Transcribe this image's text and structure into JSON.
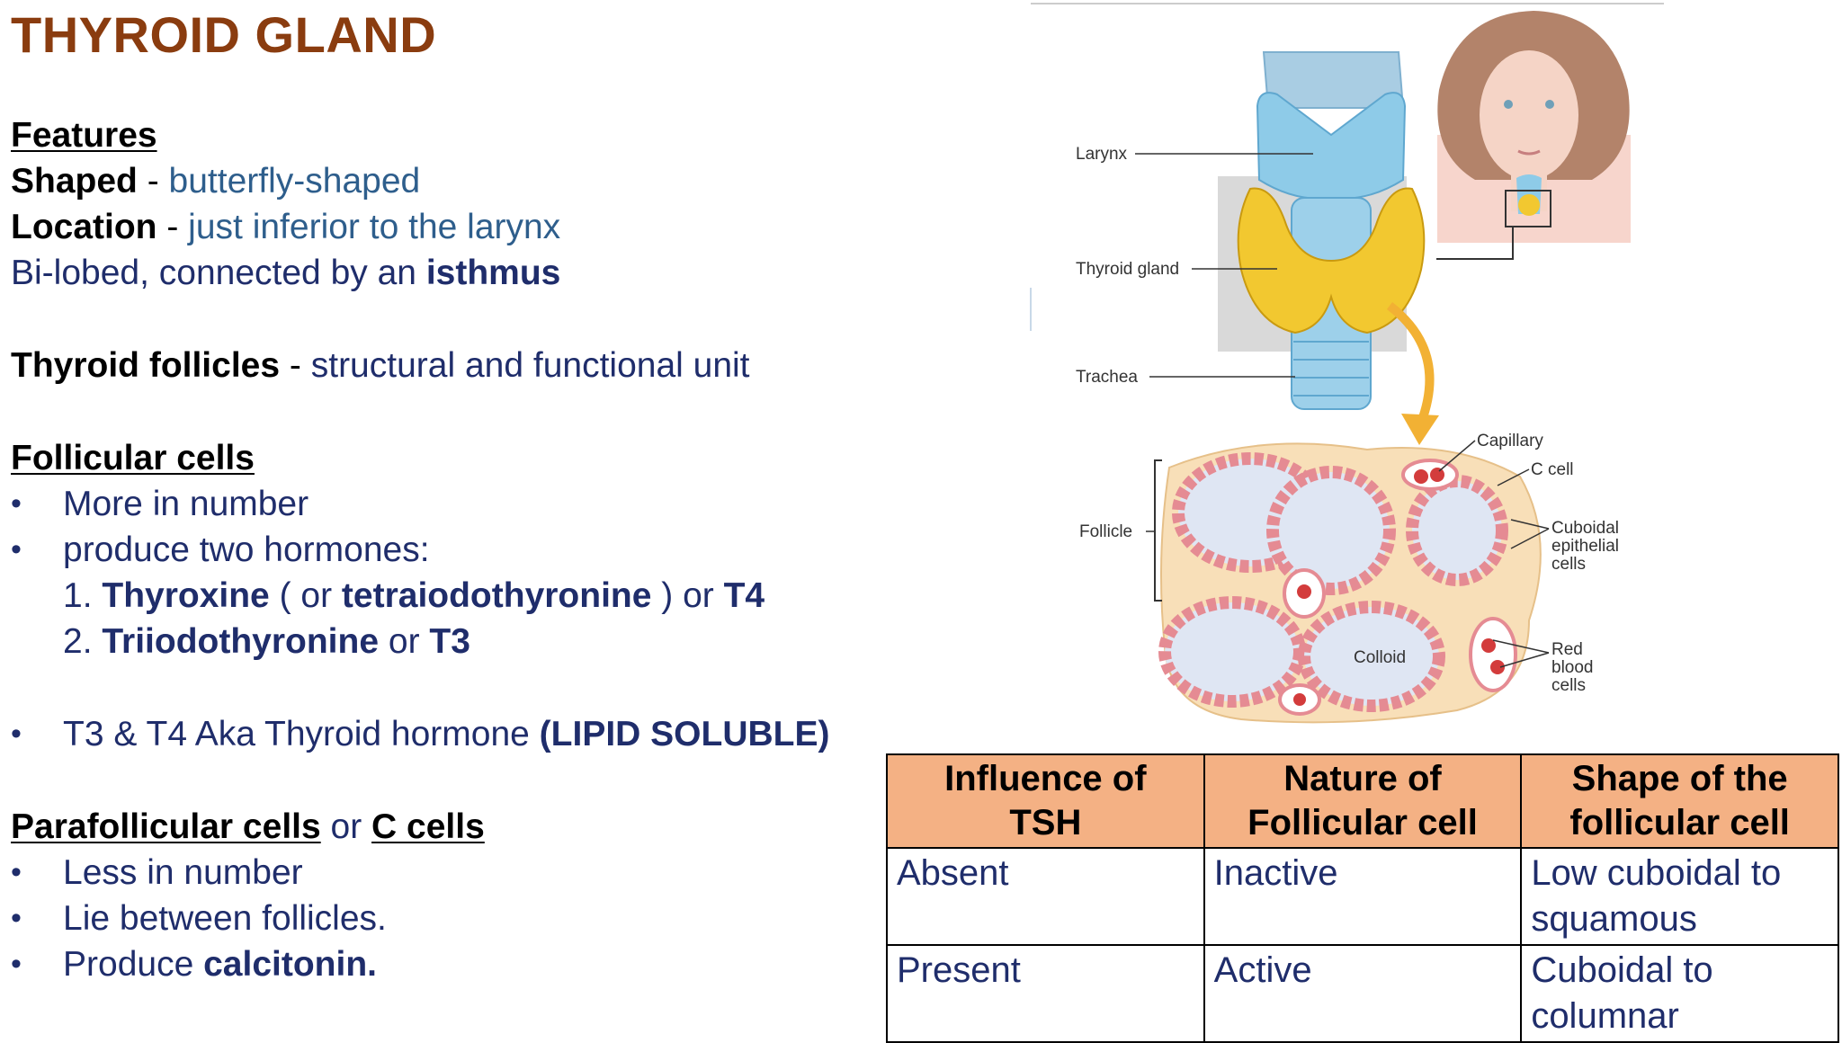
{
  "title": "THYROID GLAND",
  "features": {
    "heading": "Features",
    "shaped_label": "Shaped",
    "dash": " - ",
    "shaped_value": "butterfly-shaped",
    "location_label": "Location",
    "location_value": "just inferior to the larynx",
    "bilobed_text": "Bi-lobed, connected by an ",
    "isthmus": "isthmus"
  },
  "follicles": {
    "label": "Thyroid follicles",
    "value": "structural and functional unit"
  },
  "follicular_cells": {
    "heading": "Follicular cells",
    "bullet": "•",
    "item1": "More in number",
    "item2": " produce two hormones:",
    "h1_num": "1. ",
    "h1_name": "Thyroxine",
    "h1_mid": " ( or ",
    "h1_alt": "tetraiodothyronine",
    "h1_end": " ) or ",
    "h1_abbr": "T4",
    "h2_num": "2. ",
    "h2_name": "Triiodothyronine",
    "h2_or": " or ",
    "h2_abbr": "T3",
    "aka_text": "T3 & T4 Aka Thyroid hormone ",
    "aka_bold": "(LIPID SOLUBLE)"
  },
  "parafollicular": {
    "heading": "Parafollicular cells",
    "or": " or ",
    "c_cells": "C cells",
    "item1": "Less in number",
    "item2": "Lie between follicles.",
    "item3_text": "Produce ",
    "item3_bold": "calcitonin."
  },
  "figure_labels": {
    "larynx": "Larynx",
    "thyroid_gland": "Thyroid gland",
    "trachea": "Trachea",
    "follicle": "Follicle",
    "capillary": "Capillary",
    "c_cell": "C cell",
    "cuboidal": [
      "Cuboidal",
      "epithelial",
      "cells"
    ],
    "colloid": "Colloid",
    "rbc": [
      "Red",
      "blood",
      "cells"
    ]
  },
  "table": {
    "headers": [
      [
        "Influence of",
        "TSH"
      ],
      [
        "Nature of",
        "Follicular cell"
      ],
      [
        "Shape of the",
        "follicular cell"
      ]
    ],
    "rows": [
      [
        "Absent",
        "Inactive",
        [
          "Low cuboidal to",
          "squamous"
        ]
      ],
      [
        "Present",
        "Active",
        [
          "Cuboidal to",
          "columnar"
        ]
      ]
    ]
  },
  "colors": {
    "title": "#8a3c0f",
    "navy_text": "#1f2d6b",
    "teal_text": "#2e5e8c",
    "table_header": "#f4b184",
    "thyroid": "#f2c830",
    "larynx": "#8ecbe8",
    "follicle_cell": "#e58b93",
    "colloid": "#dfe6f3"
  }
}
